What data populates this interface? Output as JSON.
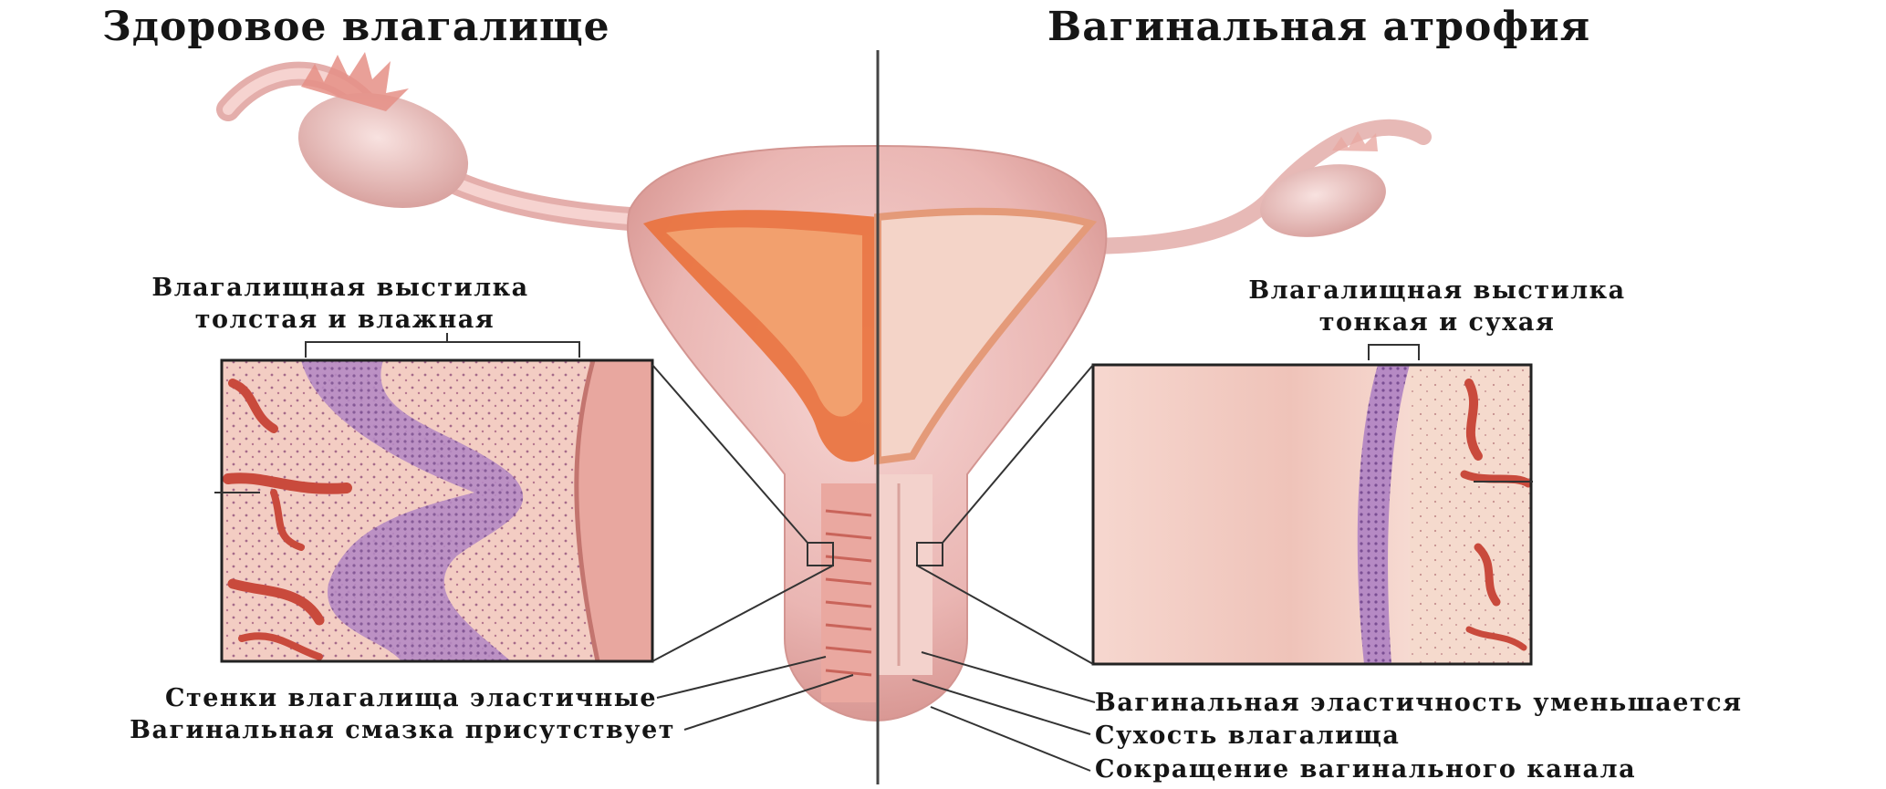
{
  "left_panel": {
    "title": "Здоровое влагалище",
    "lining_label_1": "Влагалищная выстилка",
    "lining_label_2": "толстая и влажная",
    "callout_1": "Стенки влагалища эластичные",
    "callout_2": "Вагинальная смазка присутствует"
  },
  "right_panel": {
    "title": "Вагинальная атрофия",
    "lining_label_1": "Влагалищная выстилка",
    "lining_label_2": "тонкая и сухая",
    "callout_1": "Вагинальная эластичность уменьшается",
    "callout_2": "Сухость влагалища",
    "callout_3": "Сокращение вагинального канала"
  },
  "colors": {
    "tissue": "#f0c4c4",
    "tissue_dark": "#d98f8f",
    "lining_orange": "#e8784a",
    "vessel": "#c94a3c",
    "epithelium": "#9a6aa8",
    "divider": "#444444"
  }
}
